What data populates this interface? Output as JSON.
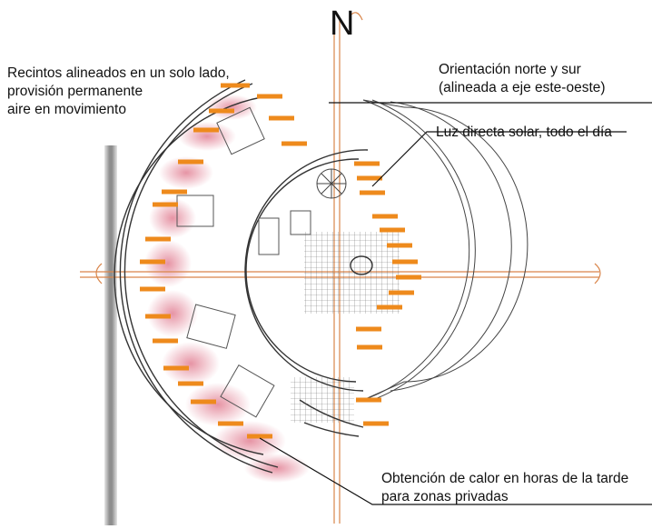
{
  "north_label": "N",
  "annotations": {
    "left_note": [
      "Recintos alineados en un solo lado,",
      "provisión permanente",
      "aire en movimiento"
    ],
    "orientation_note": [
      "Orientación norte y sur",
      "(alineada a eje este-oeste)"
    ],
    "sun_note": "Luz directa solar, todo el día",
    "heat_note": [
      "Obtención de calor en horas de la tarde",
      "para zonas privadas"
    ]
  },
  "colors": {
    "axis": "#d9854a",
    "orange_marker": "#ee8a1c",
    "heat_blush": "#d23c5a",
    "wall_shadow": "#9a9a9a",
    "linework": "#333333"
  }
}
